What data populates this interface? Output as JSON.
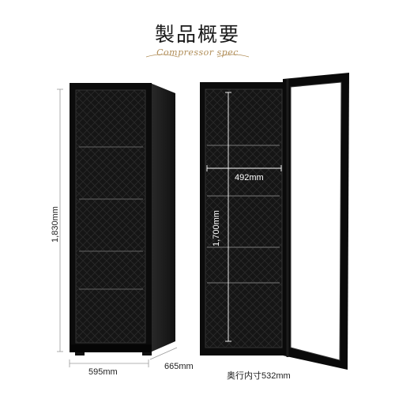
{
  "header": {
    "title": "製品概要",
    "subtitle": "Compressor spec"
  },
  "dimensions": {
    "height": "1,830mm",
    "width": "595mm",
    "depth": "665mm",
    "inner_width": "492mm",
    "inner_height": "1,700mm",
    "inner_depth": "奥行内寸532mm"
  },
  "colors": {
    "accent": "#b08d57",
    "cabinet": "#141414",
    "frame": "#0a0a0a",
    "dim_line": "#9a9a9a"
  }
}
